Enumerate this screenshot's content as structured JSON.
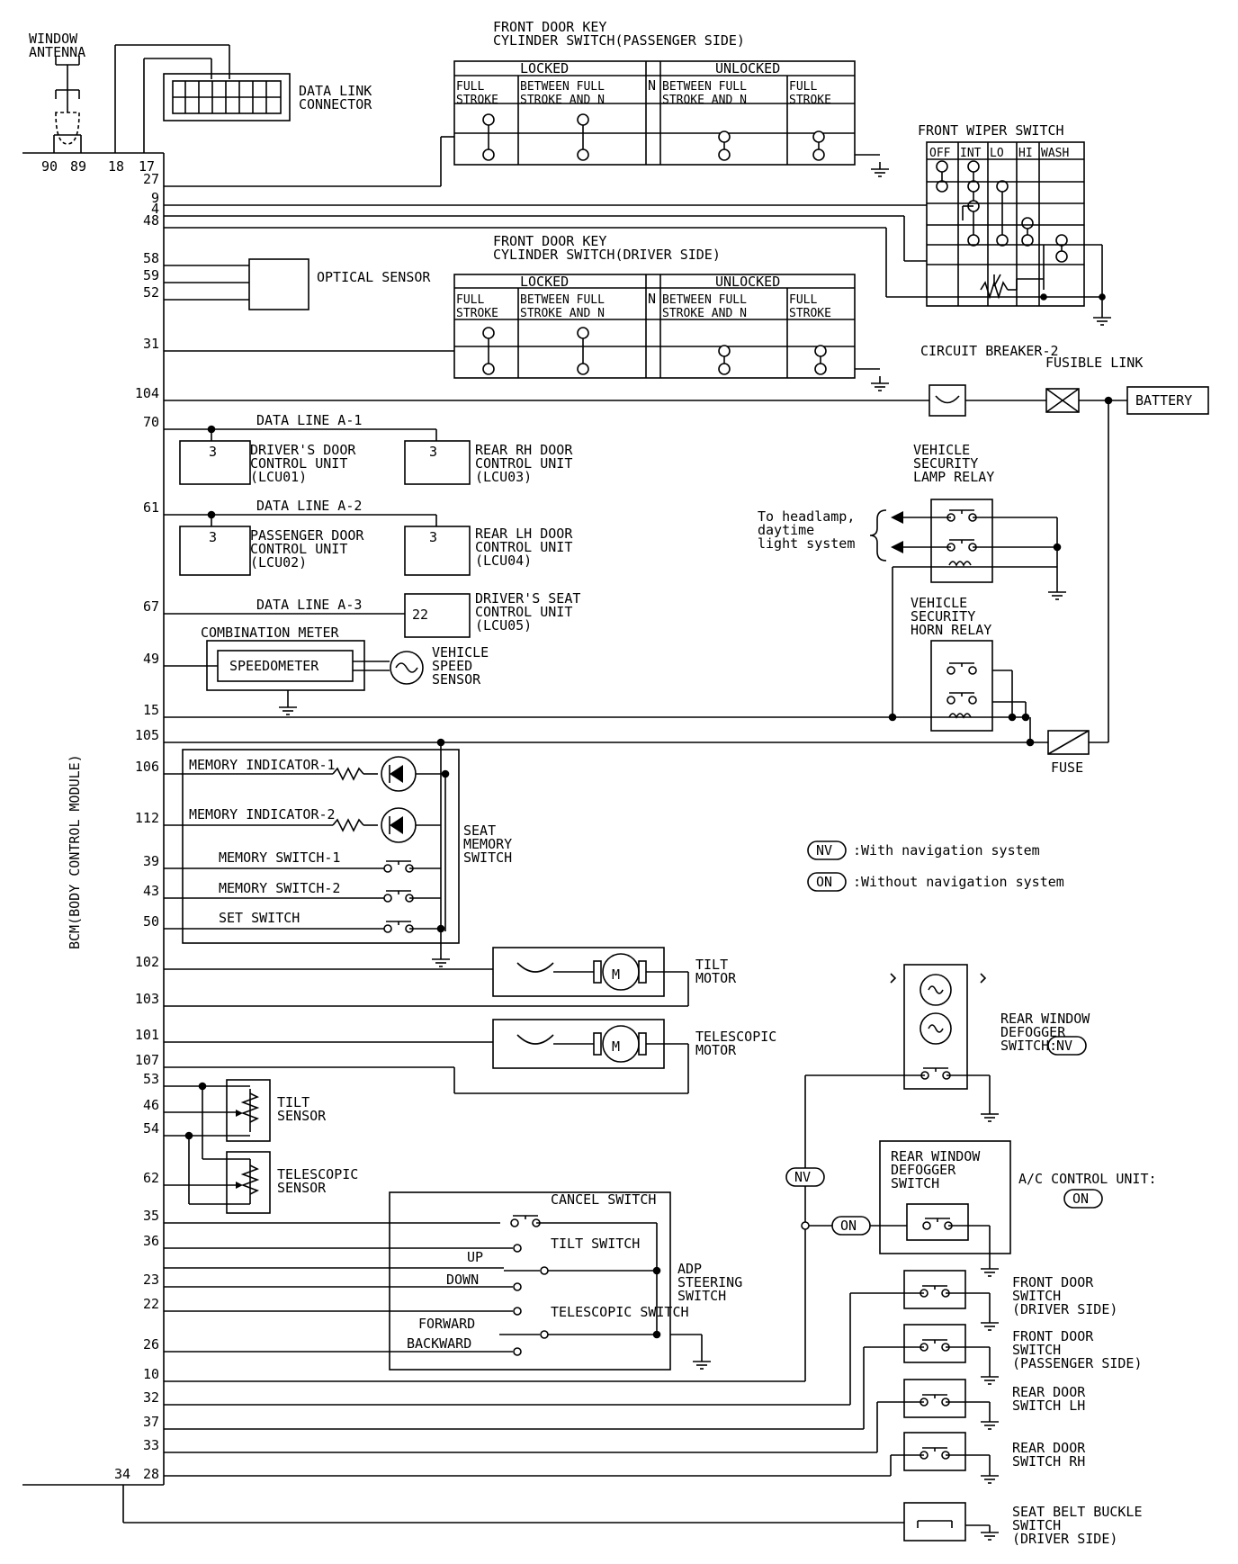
{
  "bcm": {
    "title": "BCM(BODY CONTROL MODULE)",
    "top_pins": [
      "90",
      "89",
      "18",
      "17"
    ],
    "bottom_pins": [
      "34",
      "28"
    ],
    "pins": [
      "27",
      "9",
      "4",
      "48",
      "58",
      "59",
      "52",
      "31",
      "104",
      "70",
      "61",
      "67",
      "49",
      "15",
      "105",
      "106",
      "112",
      "39",
      "43",
      "50",
      "102",
      "103",
      "101",
      "107",
      "53",
      "46",
      "54",
      "62",
      "35",
      "36",
      "23",
      "22",
      "26",
      "10",
      "32",
      "37",
      "33"
    ]
  },
  "window_antenna": "WINDOW ANTENNA",
  "data_link_connector": "DATA LINK CONNECTOR",
  "fdk_passenger": {
    "title": "FRONT DOOR KEY CYLINDER SWITCH(PASSENGER SIDE)",
    "locked": "LOCKED",
    "unlocked": "UNLOCKED",
    "n": "N",
    "full_stroke": "FULL STROKE",
    "between": "BETWEEN FULL STROKE AND N"
  },
  "fdk_driver": {
    "title": "FRONT DOOR KEY CYLINDER SWITCH(DRIVER SIDE)",
    "locked": "LOCKED",
    "unlocked": "UNLOCKED",
    "n": "N",
    "full_stroke": "FULL STROKE",
    "between": "BETWEEN FULL STROKE AND N"
  },
  "wiper": {
    "title": "FRONT WIPER SWITCH",
    "cols": [
      "OFF",
      "INT",
      "LO",
      "HI",
      "WASH"
    ]
  },
  "optical_sensor": "OPTICAL SENSOR",
  "circuit_breaker": "CIRCUIT BREAKER-2",
  "fusible_link": "FUSIBLE LINK",
  "battery": "BATTERY",
  "data_lines": [
    "DATA LINE A-1",
    "DATA LINE A-2",
    "DATA LINE A-3"
  ],
  "lcu": {
    "driver_door": "DRIVER'S DOOR CONTROL UNIT (LCU01)",
    "rear_rh": "REAR RH DOOR CONTROL UNIT (LCU03)",
    "passenger_door": "PASSENGER DOOR CONTROL UNIT (LCU02)",
    "rear_lh": "REAR LH DOOR CONTROL UNIT (LCU04)",
    "driver_seat": "DRIVER'S SEAT CONTROL UNIT (LCU05)",
    "pin3": "3",
    "pin22": "22"
  },
  "combination_meter": "COMBINATION METER",
  "speedometer": "SPEEDOMETER",
  "vehicle_speed_sensor": "VEHICLE SPEED SENSOR",
  "lamp_relay": "VEHICLE SECURITY LAMP RELAY",
  "headlamp_note": "To headlamp, daytime light system",
  "horn_relay": "VEHICLE SECURITY HORN RELAY",
  "fuse": "FUSE",
  "seat_memory": {
    "title": "SEAT MEMORY SWITCH",
    "mem_ind_1": "MEMORY INDICATOR-1",
    "mem_ind_2": "MEMORY INDICATOR-2",
    "mem_sw_1": "MEMORY SWITCH-1",
    "mem_sw_2": "MEMORY SWITCH-2",
    "set_sw": "SET SWITCH"
  },
  "legend": {
    "nv_tag": "NV",
    "nv_text": ":With navigation system",
    "on_tag": "ON",
    "on_text": ":Without navigation system"
  },
  "tilt_motor": "TILT MOTOR",
  "telescopic_motor": "TELESCOPIC MOTOR",
  "tilt_sensor": "TILT SENSOR",
  "telescopic_sensor": "TELESCOPIC SENSOR",
  "adp": {
    "title": "ADP STEERING SWITCH",
    "cancel": "CANCEL SWITCH",
    "tilt": "TILT SWITCH",
    "telescopic": "TELESCOPIC SWITCH",
    "up": "UP",
    "down": "DOWN",
    "forward": "FORWARD",
    "backward": "BACKWARD"
  },
  "rear_defogger_nv": "REAR WINDOW DEFOGGER SWITCH:",
  "rear_defogger_on": "REAR WINDOW DEFOGGER SWITCH",
  "ac_control": "A/C CONTROL UNIT:",
  "front_door_drv": "FRONT DOOR SWITCH (DRIVER SIDE)",
  "front_door_pas": "FRONT DOOR SWITCH (PASSENGER SIDE)",
  "rear_door_lh": "REAR DOOR SWITCH LH",
  "rear_door_rh": "REAR DOOR SWITCH RH",
  "seat_belt": "SEAT BELT BUCKLE SWITCH (DRIVER SIDE)"
}
